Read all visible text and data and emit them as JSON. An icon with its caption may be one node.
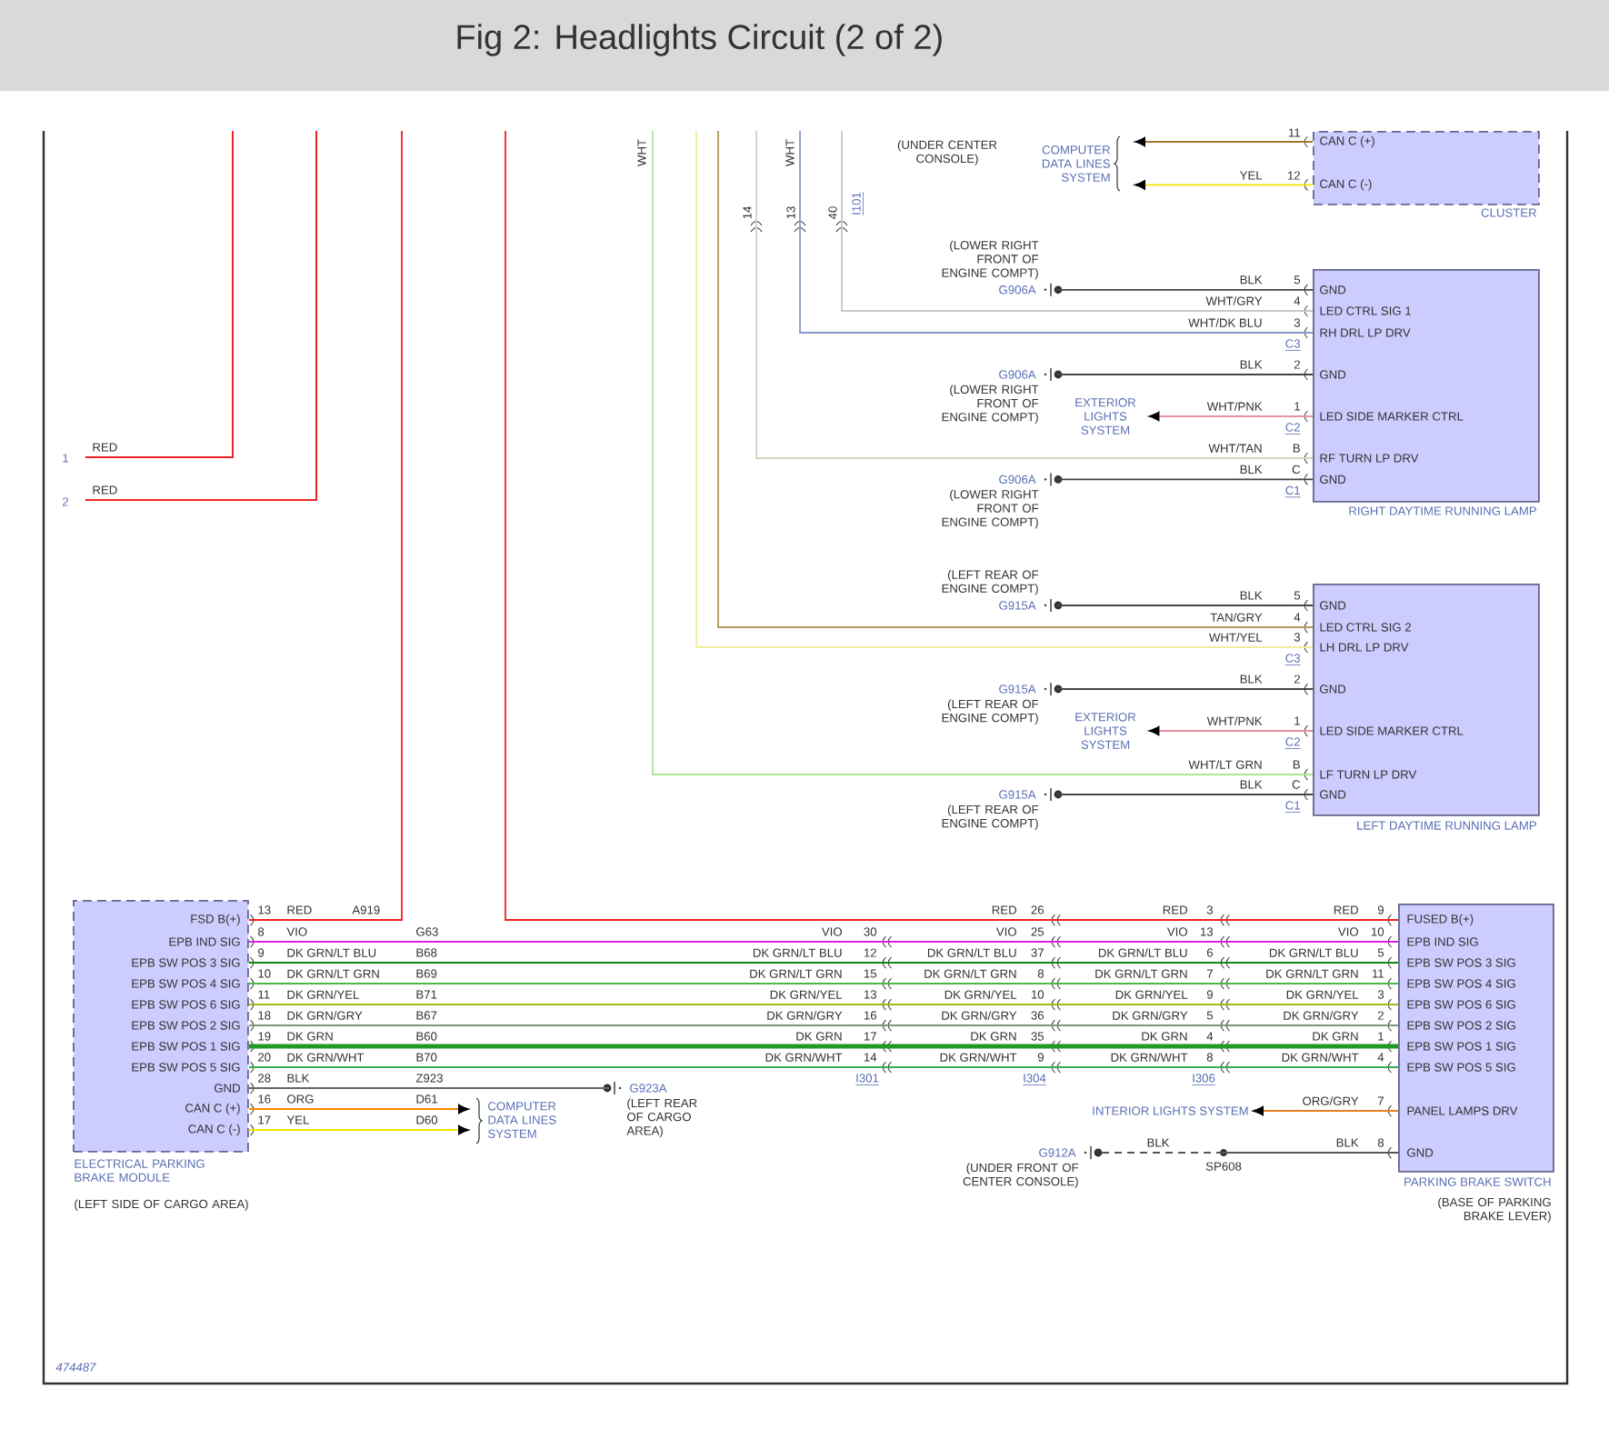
{
  "diagram": {
    "title": "Fig 2: Headlights Circuit (2 of 2)",
    "nodes": [
      {
        "text": [
          "CAN C (+)",
          "CAN C (-)",
          "CLUSTER"
        ]
      },
      {
        "text": [
          "GND",
          "LED CTRL SIG 1",
          "RH DRL LP DRV",
          "GND",
          "LED SIDE MARKER CTRL",
          "RF TURN LP DRV",
          "GND",
          "RIGHT DAYTIME RUNNING LAMP"
        ]
      },
      {
        "text": [
          "GND",
          "LED CTRL SIG 2",
          "LH DRL LP DRV",
          "GND",
          "LED SIDE MARKER CTRL",
          "LF TURN LP DRV",
          "GND",
          "LEFT DAYTIME RUNNING LAMP"
        ]
      },
      {
        "text": [
          "FSD B(+)",
          "EPB IND SIG",
          "EPB SW POS 3 SIG",
          "EPB SW POS 4 SIG",
          "EPB SW POS 6 SIG",
          "EPB SW POS 2 SIG",
          "EPB SW POS 1 SIG",
          "EPB SW POS 5 SIG",
          "GND",
          "CAN C (+)",
          "CAN C (-)",
          "ELECTRICAL PARKING BRAKE MODULE"
        ],
        "beside": [
          "(LEFT SIDE OF CARGO AREA)"
        ]
      },
      {
        "text": [
          "FUSED B(+)",
          "EPB IND SIG",
          "EPB SW POS 3 SIG",
          "EPB SW POS 4 SIG",
          "EPB SW POS 6 SIG",
          "EPB SW POS 2 SIG",
          "EPB SW POS 1 SIG",
          "EPB SW POS 5 SIG",
          "PANEL LAMPS DRV",
          "GND",
          "PARKING BRAKE SWITCH"
        ],
        "beside": [
          "(BASE OF PARKING BRAKE LEVER)"
        ]
      },
      {
        "text": [
          "COMPUTER DATA LINES SYSTEM"
        ]
      },
      {
        "text": [
          "EXTERIOR LIGHTS SYSTEM"
        ]
      },
      {
        "text": [
          "EXTERIOR LIGHTS SYSTEM"
        ]
      },
      {
        "text": [
          "COMPUTER DATA LINES SYSTEM"
        ]
      },
      {
        "text": [
          "INTERIOR LIGHTS SYSTEM"
        ]
      },
      {
        "text": [
          "G906A"
        ],
        "beside": [
          "(LOWER RIGHT FRONT OF ENGINE COMPT)"
        ]
      },
      {
        "text": [
          "G906A"
        ],
        "beside": [
          "(LOWER RIGHT FRONT OF ENGINE COMPT)"
        ]
      },
      {
        "text": [
          "G906A"
        ],
        "beside": [
          "(LOWER RIGHT FRONT OF ENGINE COMPT)"
        ]
      },
      {
        "text": [
          "G915A"
        ],
        "beside": [
          "(LEFT REAR OF ENGINE COMPT)"
        ]
      },
      {
        "text": [
          "G915A"
        ],
        "beside": [
          "(LEFT REAR OF ENGINE COMPT)"
        ]
      },
      {
        "text": [
          "G915A"
        ],
        "beside": [
          "(LEFT REAR OF ENGINE COMPT)"
        ]
      },
      {
        "text": [
          "G923A"
        ],
        "beside": [
          "(LEFT REAR OF CARGO AREA)"
        ]
      },
      {
        "text": [
          "G912A"
        ],
        "beside": [
          "(UNDER FRONT OF CENTER CONSOLE)"
        ]
      },
      {
        "text": [
          "SP608"
        ]
      }
    ],
    "edges": [
      {
        "from": 0,
        "to": 5,
        "arrow": "to",
        "color": "#a0782a"
      },
      {
        "from": 0,
        "to": 5,
        "arrow": "to",
        "color": "#f5e400"
      },
      {
        "from": null,
        "to": 2,
        "arrow": "none",
        "color": "#a8e898",
        "label": "WHT"
      },
      {
        "from": null,
        "to": 2,
        "arrow": "none",
        "color": "#eeee99"
      },
      {
        "from": null,
        "to": 2,
        "arrow": "none",
        "color": "#b49a5a"
      },
      {
        "from": null,
        "to": 1,
        "arrow": "none",
        "color": "#d8cfc0"
      },
      {
        "from": null,
        "to": 1,
        "arrow": "none",
        "color": "#8898c8",
        "label": "WHT"
      },
      {
        "from": null,
        "to": 1,
        "arrow": "none",
        "color": "#c8c8c8"
      },
      {
        "from": 10,
        "to": 1,
        "arrow": "none",
        "color": "#444444"
      },
      {
        "from": 11,
        "to": 1,
        "arrow": "none",
        "color": "#444444"
      },
      {
        "from": 1,
        "to": 6,
        "arrow": "to",
        "color": "#e890a0"
      },
      {
        "from": 12,
        "to": 1,
        "arrow": "none",
        "color": "#444444"
      },
      {
        "from": 13,
        "to": 2,
        "arrow": "none",
        "color": "#444444"
      },
      {
        "from": 14,
        "to": 2,
        "arrow": "none",
        "color": "#444444"
      },
      {
        "from": 2,
        "to": 7,
        "arrow": "to",
        "color": "#e890a0"
      },
      {
        "from": 15,
        "to": 2,
        "arrow": "none",
        "color": "#444444"
      },
      {
        "from": null,
        "to": 3,
        "arrow": "none",
        "color": "#ee2222"
      },
      {
        "from": null,
        "to": 4,
        "arrow": "none",
        "color": "#ee2222"
      },
      {
        "from": 3,
        "to": 4,
        "arrow": "none",
        "color": "#e020e0"
      },
      {
        "from": 3,
        "to": 4,
        "arrow": "none",
        "color": "#118811"
      },
      {
        "from": 3,
        "to": 4,
        "arrow": "none",
        "color": "#44bb44"
      },
      {
        "from": 3,
        "to": 4,
        "arrow": "none",
        "color": "#99bb11"
      },
      {
        "from": 3,
        "to": 4,
        "arrow": "none",
        "color": "#779977"
      },
      {
        "from": 3,
        "to": 4,
        "arrow": "none",
        "color": "#229922",
        "style": "thick"
      },
      {
        "from": 3,
        "to": 4,
        "arrow": "none",
        "color": "#33aa55"
      },
      {
        "from": 3,
        "to": 16,
        "arrow": "none",
        "color": "#666666"
      },
      {
        "from": 3,
        "to": 8,
        "arrow": "to",
        "color": "#ff8800"
      },
      {
        "from": 3,
        "to": 8,
        "arrow": "to",
        "color": "#f5e400"
      },
      {
        "from": 4,
        "to": 9,
        "arrow": "to",
        "color": "#e88020"
      },
      {
        "from": 4,
        "to": 18,
        "arrow": "none",
        "color": "#555555"
      },
      {
        "from": 18,
        "to": 17,
        "arrow": "none",
        "color": "#555555",
        "style": "dashed"
      }
    ],
    "labels": [
      "1",
      "RED",
      "2",
      "RED",
      "14",
      "13",
      "40",
      "I101",
      "(UNDER CENTER CONSOLE)",
      "11",
      "YEL",
      "12",
      "BLK",
      "5",
      "WHT/GRY",
      "4",
      "WHT/DK BLU",
      "3",
      "C3",
      "BLK",
      "2",
      "WHT/PNK",
      "1",
      "C2",
      "WHT/TAN",
      "B",
      "BLK",
      "C",
      "C1",
      "BLK",
      "5",
      "TAN/GRY",
      "4",
      "WHT/YEL",
      "3",
      "C3",
      "BLK",
      "2",
      "WHT/PNK",
      "1",
      "C2",
      "WHT/LT GRN",
      "B",
      "BLK",
      "C",
      "C1",
      "13",
      "RED",
      "A919",
      "RED",
      "26",
      "RED",
      "3",
      "RED",
      "9",
      "8",
      "VIO",
      "G63",
      "VIO",
      "30",
      "VIO",
      "25",
      "VIO",
      "13",
      "VIO",
      "10",
      "9",
      "DK GRN/LT BLU",
      "B68",
      "DK GRN/LT BLU",
      "12",
      "DK GRN/LT BLU",
      "37",
      "DK GRN/LT BLU",
      "6",
      "DK GRN/LT BLU",
      "5",
      "10",
      "DK GRN/LT GRN",
      "B69",
      "DK GRN/LT GRN",
      "15",
      "DK GRN/LT GRN",
      "8",
      "DK GRN/LT GRN",
      "7",
      "DK GRN/LT GRN",
      "11",
      "11",
      "DK GRN/YEL",
      "B71",
      "DK GRN/YEL",
      "13",
      "DK GRN/YEL",
      "10",
      "DK GRN/YEL",
      "9",
      "DK GRN/YEL",
      "3",
      "18",
      "DK GRN/GRY",
      "B67",
      "DK GRN/GRY",
      "16",
      "DK GRN/GRY",
      "36",
      "DK GRN/GRY",
      "5",
      "DK GRN/GRY",
      "2",
      "19",
      "DK GRN",
      "B60",
      "DK GRN",
      "17",
      "DK GRN",
      "35",
      "DK GRN",
      "4",
      "DK GRN",
      "1",
      "20",
      "DK GRN/WHT",
      "B70",
      "DK GRN/WHT",
      "14",
      "DK GRN/WHT",
      "9",
      "DK GRN/WHT",
      "8",
      "DK GRN/WHT",
      "4",
      "28",
      "BLK",
      "Z923",
      "I301",
      "I304",
      "I306",
      "16",
      "ORG",
      "D61",
      "17",
      "YEL",
      "D60",
      "ORG/GRY",
      "7",
      "BLK",
      "BLK",
      "8",
      "474487"
    ]
  }
}
